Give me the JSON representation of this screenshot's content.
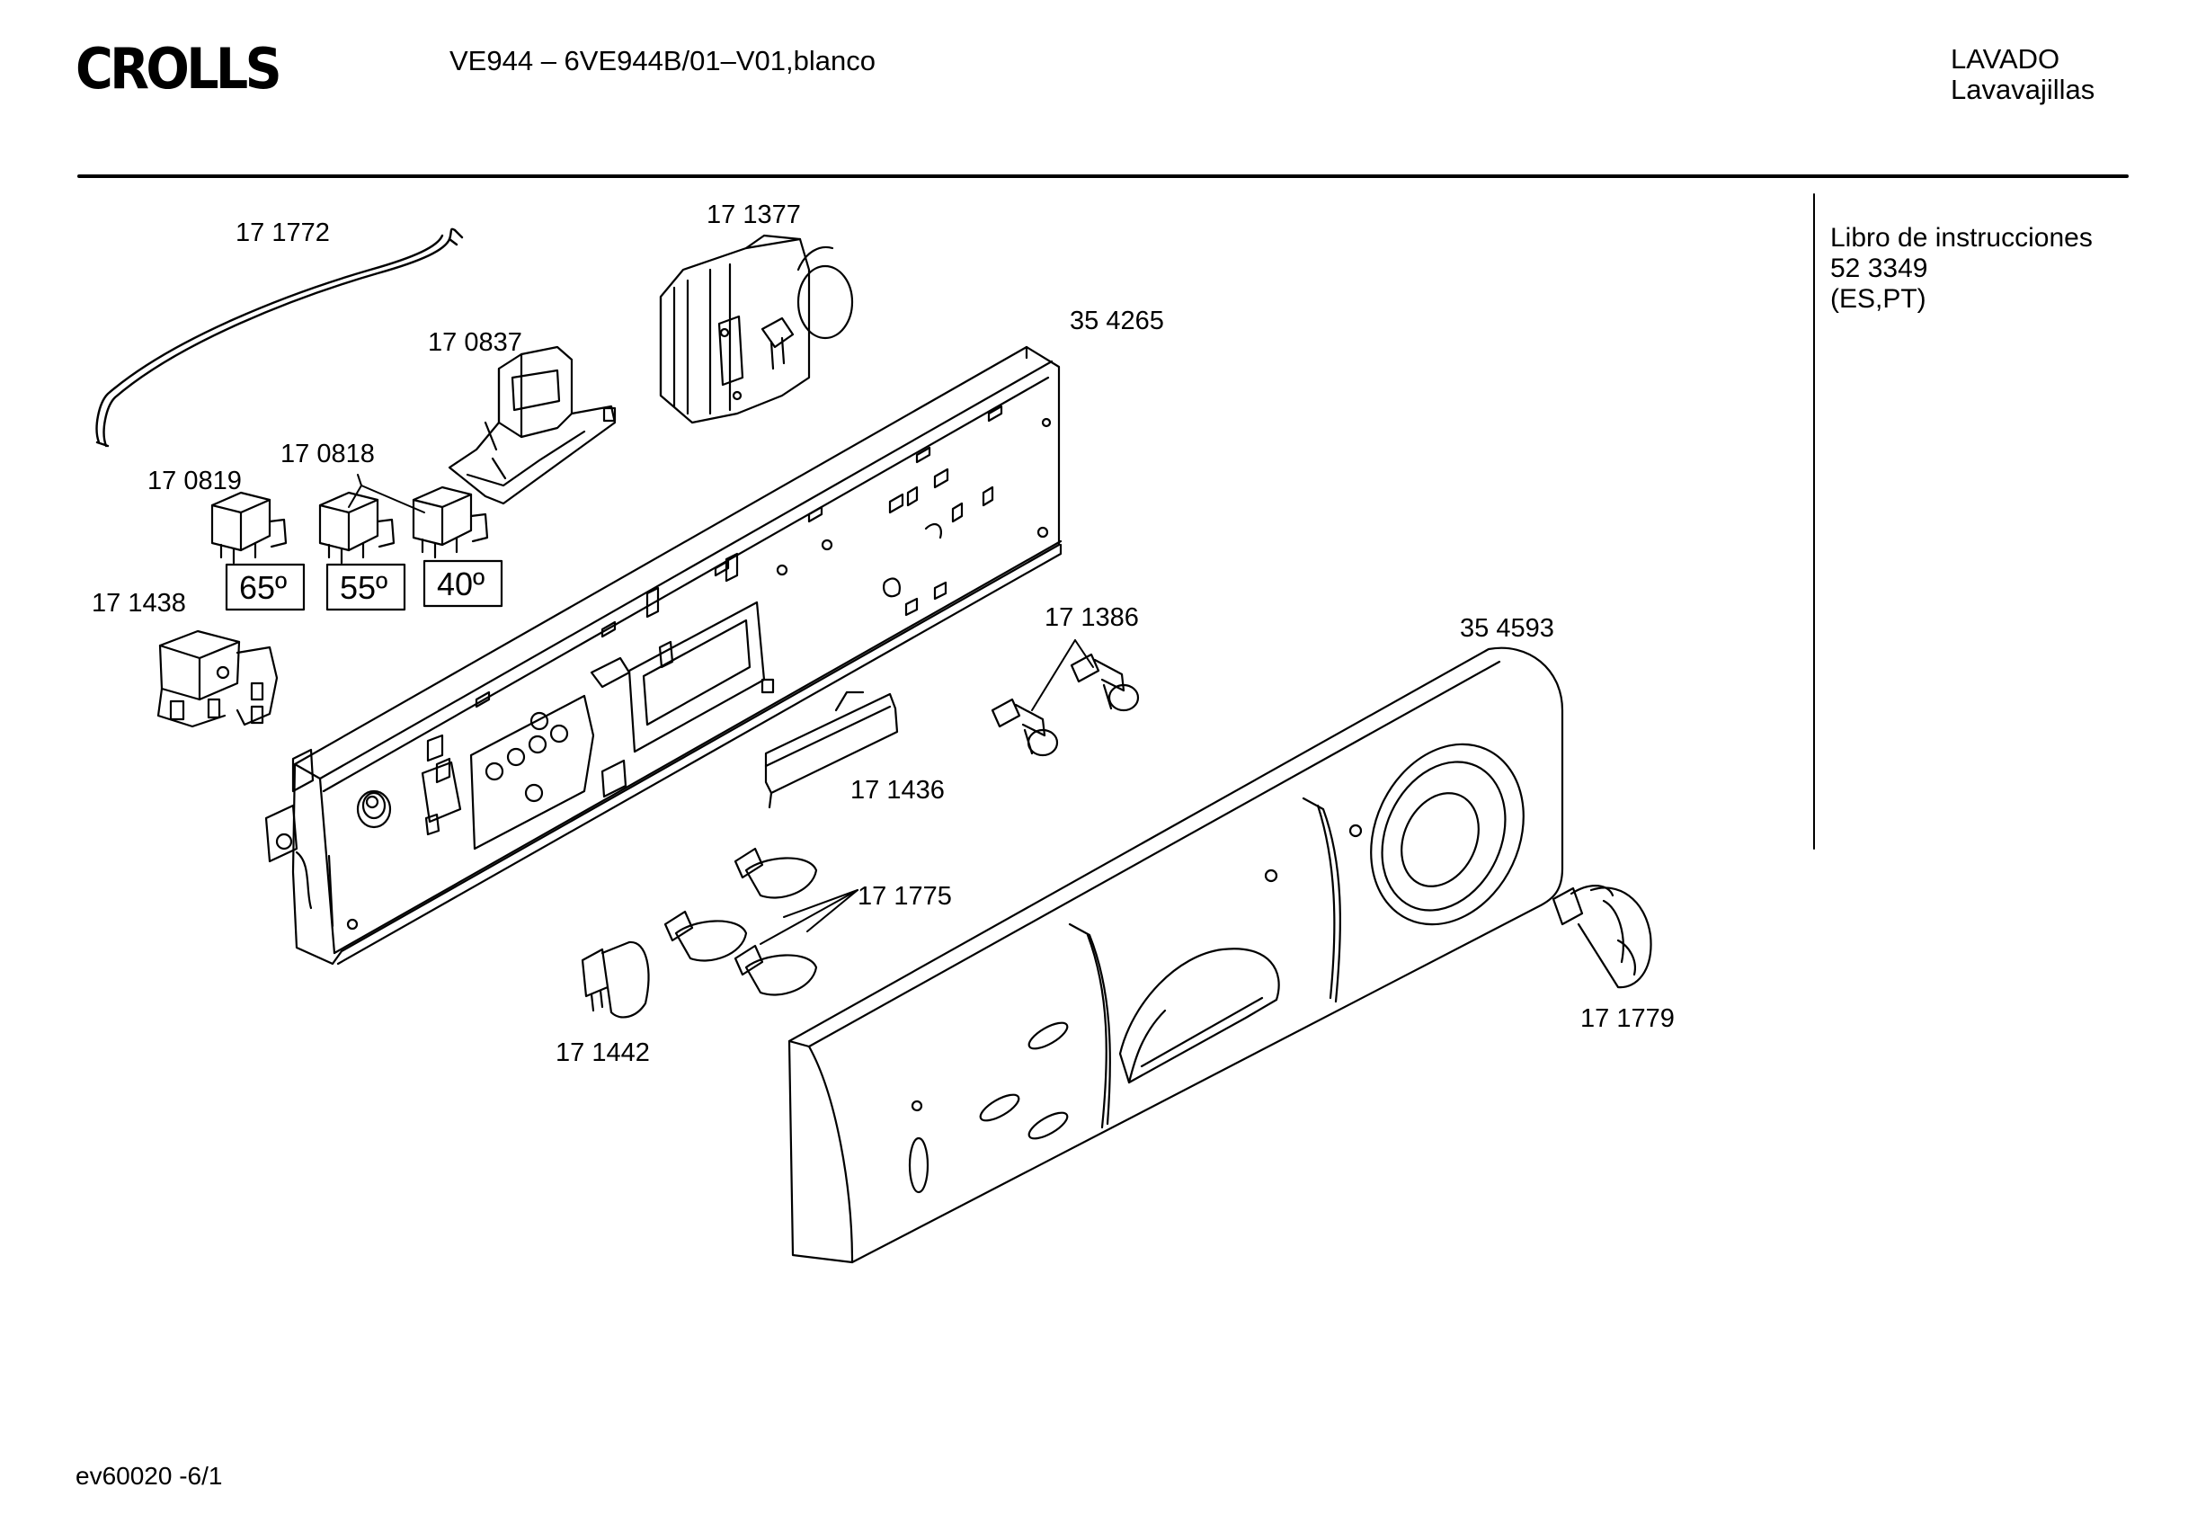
{
  "header": {
    "brand": "CROLLS",
    "model": "VE944 – 6VE944B/01–V01,blanco",
    "category": "LAVADO",
    "subcategory": "Lavavajillas"
  },
  "sidebar": {
    "doc_title": "Libro de instrucciones",
    "doc_number": "52 3349",
    "doc_languages": "(ES,PT)"
  },
  "parts": {
    "p171772": "17 1772",
    "p171377": "17 1377",
    "p170837": "17 0837",
    "p354265": "35 4265",
    "p170818": "17 0818",
    "p170819": "17 0819",
    "p171438": "17 1438",
    "p171386": "17 1386",
    "p354593": "35 4593",
    "p171436": "17 1436",
    "p171775": "17 1775",
    "p171779": "17 1779",
    "p171442": "17 1442"
  },
  "temperatures": {
    "t65": "65º",
    "t55": "55º",
    "t40": "40º"
  },
  "footer": {
    "code": "ev60020 -6/1"
  }
}
